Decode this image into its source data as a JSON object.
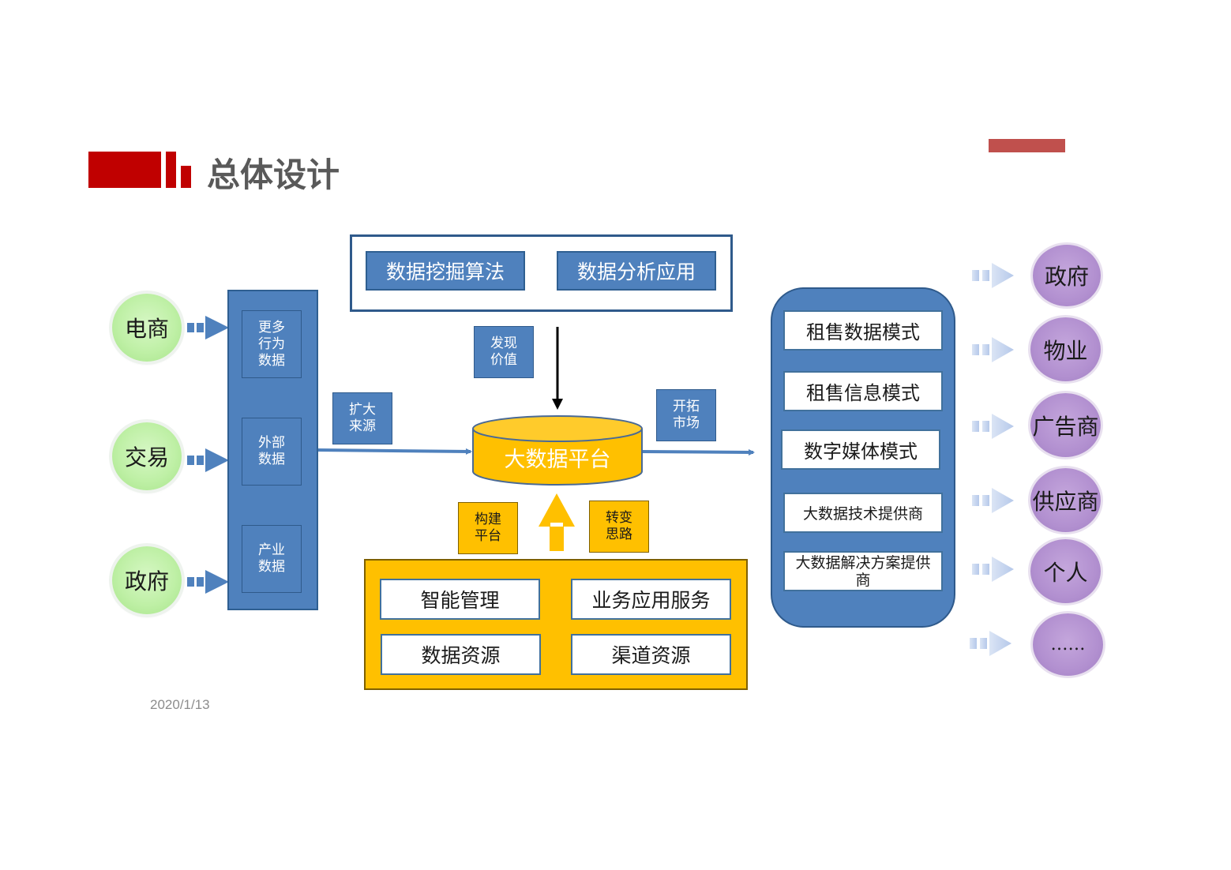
{
  "header": {
    "title": "总体设计"
  },
  "footer": {
    "date": "2020/1/13"
  },
  "sources": [
    "电商",
    "交易",
    "政府"
  ],
  "data_column": [
    "更多\n行为\n数据",
    "外部\n数据",
    "产业\n数据"
  ],
  "labels": {
    "expand_source": "扩大\n来源",
    "discover_value": "发现\n价值",
    "open_market": "开拓\n市场",
    "build_platform": "构建\n平台",
    "change_thinking": "转变\n思路"
  },
  "top_box": [
    "数据挖掘算法",
    "数据分析应用"
  ],
  "platform": "大数据平台",
  "bottom_box": [
    "智能管理",
    "业务应用服务",
    "数据资源",
    "渠道资源"
  ],
  "modes": [
    "租售数据模式",
    "租售信息模式",
    "数字媒体模式",
    "大数据技术提供商",
    "大数据解决方案提供商"
  ],
  "customers": [
    "政府",
    "物业",
    "广告商",
    "供应商",
    "个人",
    "……"
  ],
  "colors": {
    "brand_red": "#c00000",
    "blue": "#4f81bd",
    "yellow": "#ffc000",
    "green": "#bff0a6",
    "purple": "#b290d0"
  }
}
